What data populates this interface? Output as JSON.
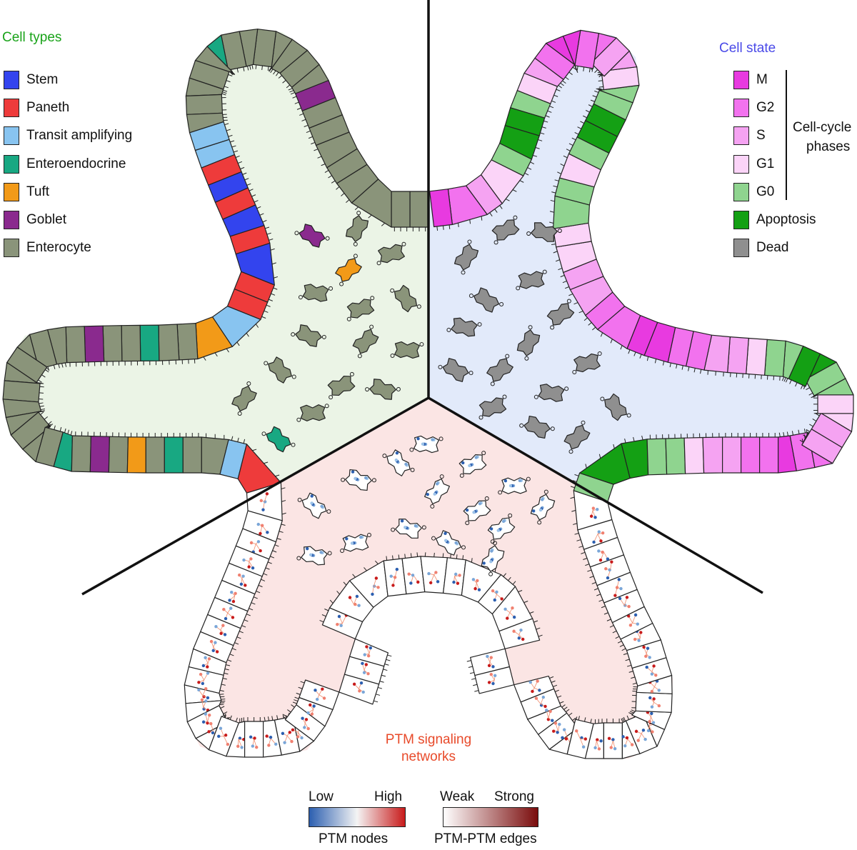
{
  "cell_types": {
    "title": "Cell types",
    "title_color": "#1aa31a",
    "items": [
      {
        "label": "Stem",
        "color": "#3344ee"
      },
      {
        "label": "Paneth",
        "color": "#ee3b3b"
      },
      {
        "label": "Transit amplifying",
        "color": "#88c4f0"
      },
      {
        "label": "Enteroendocrine",
        "color": "#18a882"
      },
      {
        "label": "Tuft",
        "color": "#f29a18"
      },
      {
        "label": "Goblet",
        "color": "#8a2a8e"
      },
      {
        "label": "Enterocyte",
        "color": "#8a947a"
      }
    ]
  },
  "cell_state": {
    "title": "Cell state",
    "title_color": "#4a4ae8",
    "items": [
      {
        "label": "M",
        "color": "#e83ae0"
      },
      {
        "label": "G2",
        "color": "#f272ee"
      },
      {
        "label": "S",
        "color": "#f5a3f2"
      },
      {
        "label": "G1",
        "color": "#fbd4f8"
      },
      {
        "label": "G0",
        "color": "#8fd48f"
      },
      {
        "label": "Apoptosis",
        "color": "#14a014"
      },
      {
        "label": "Dead",
        "color": "#8f8f8f"
      }
    ],
    "bracket_label_1": "Cell-cycle",
    "bracket_label_2": "phases"
  },
  "ptm": {
    "label_1": "PTM signaling",
    "label_2": "networks",
    "label_color": "#e84a2a"
  },
  "nodes_scale": {
    "low": "Low",
    "high": "High",
    "caption": "PTM nodes",
    "color_low": "#2c5fb0",
    "color_mid": "#f4f4f4",
    "color_high": "#c81b1b"
  },
  "edges_scale": {
    "weak": "Weak",
    "strong": "Strong",
    "caption": "PTM-PTM edges",
    "color_weak": "#ffffff",
    "color_strong": "#7a0c0c"
  },
  "colors": {
    "left_bg": "#ebf4e6",
    "right_bg": "#e2eafa",
    "bottom_bg": "#fbe5e4",
    "divider": "#111111"
  }
}
